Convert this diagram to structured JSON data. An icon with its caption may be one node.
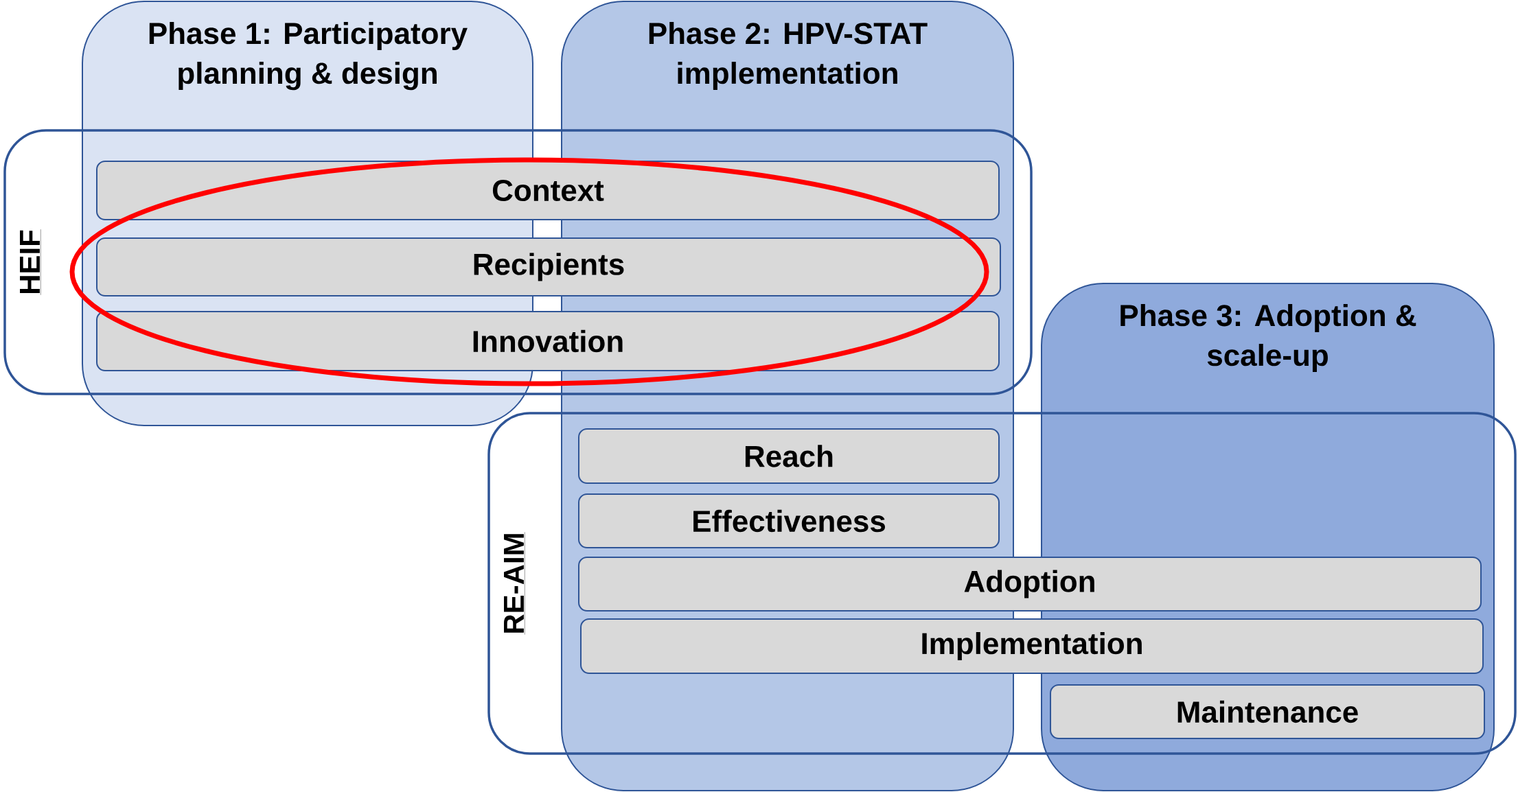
{
  "diagram": {
    "nodes": [
      {
        "text": [
          "Phase 1: Participatory planning & design"
        ]
      },
      {
        "text": [
          "Phase 2: HPV-STAT implementation"
        ]
      },
      {
        "text": [
          "Phase 3: Adoption & scale-up"
        ]
      },
      {
        "text": [
          "HEIF"
        ]
      },
      {
        "text": [
          "Context"
        ],
        "in": 3
      },
      {
        "text": [
          "Recipients"
        ],
        "in": 3
      },
      {
        "text": [
          "Innovation"
        ],
        "in": 3
      },
      {
        "text": [
          "RE-AIM"
        ]
      },
      {
        "text": [
          "Reach"
        ]
      },
      {
        "text": [
          "Effectiveness"
        ]
      },
      {
        "text": [
          "Adoption"
        ],
        "in": 7
      },
      {
        "text": [
          "Implementation"
        ],
        "in": 7
      },
      {
        "text": [
          "Maintenance"
        ]
      }
    ],
    "edges": []
  }
}
